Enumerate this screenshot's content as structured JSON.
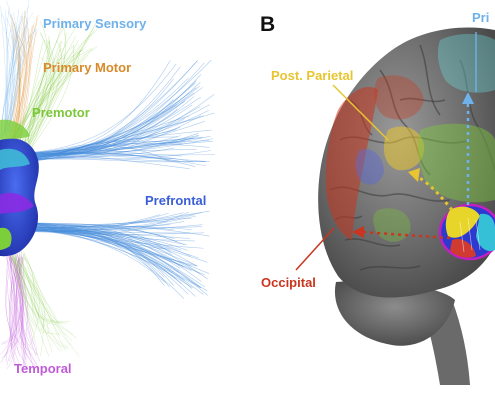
{
  "panel_a": {
    "labels": {
      "primary_sensory": "Primary Sensory",
      "primary_motor": "Primary Motor",
      "premotor": "Premotor",
      "prefrontal": "Prefrontal",
      "temporal": "Temporal"
    }
  },
  "panel_b": {
    "letter": "B",
    "labels": {
      "primary_cut": "Pri",
      "post_parietal": "Post. Parietal",
      "occipital": "Occipital"
    }
  },
  "colors": {
    "primary_sensory": "#6fb1ea",
    "primary_motor": "#d98a2b",
    "premotor": "#7cc83a",
    "prefrontal": "#3a5ed8",
    "temporal": "#c15ad9",
    "post_parietal": "#e8c530",
    "occipital": "#c9361f",
    "fiber_blue": "#4a8fdc"
  }
}
